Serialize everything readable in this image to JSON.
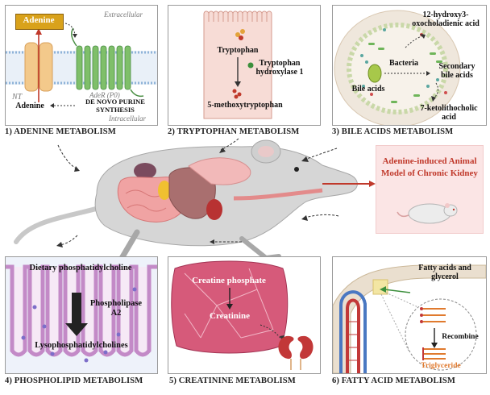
{
  "panels": {
    "adenine": {
      "caption": "1) ADENINE METABOLISM",
      "extracellular": "Extracellular",
      "intracellular": "Intracellular",
      "adenine_top": "Adenine",
      "adenine_bottom": "Adenine",
      "nt": "NT",
      "ader": "AdeR (P0)",
      "denovo": "DE NOVO PURINE SYNTHESIS"
    },
    "tryptophan": {
      "caption": "2) TRYPTOPHAN METABOLISM",
      "tryptophan": "Tryptophan",
      "enzyme": "Tryptophan hydroxylase 1",
      "product": "5-methoxytryptophan"
    },
    "bile": {
      "caption": "3) BILE ACIDS METABOLISM",
      "hydroxy": "12-hydroxy3-oxocholadienic acid",
      "bacteria": "Bacteria",
      "bile_acids": "Bile acids",
      "secondary": "Secondary bile acids",
      "keto": "7-ketolithocholic acid"
    },
    "phospholipid": {
      "caption": "4) PHOSPHOLIPID METABOLISM",
      "dietary": "Dietary phosphatidylcholine",
      "enzyme": "Phospholipase A2",
      "product": "Lysophosphatidylcholines"
    },
    "creatinine": {
      "caption": "5) CREATININE METABOLISM",
      "phosphate": "Creatine phosphate",
      "creatinine": "Creatinine"
    },
    "fatty": {
      "caption": "6) FATTY ACID METABOLISM",
      "fatty": "Fatty acids and glycerol",
      "recombine": "Recombine",
      "triglyceride": "Triglyceride"
    }
  },
  "model": {
    "title": "Adenine-induced Animal Model of Chronic Kidney"
  },
  "colors": {
    "accent_red": "#c0392b",
    "adenine_box": "#d9a21b",
    "receptor_green": "#5fa35a",
    "nt_orange": "#f3c98b",
    "membrane_blue": "#8fb3d9",
    "tissue_pink": "#f2b9b9",
    "muscle_pink": "#d65a7a",
    "kidney_red": "#b83232",
    "vessel_blue": "#4a78c2"
  }
}
